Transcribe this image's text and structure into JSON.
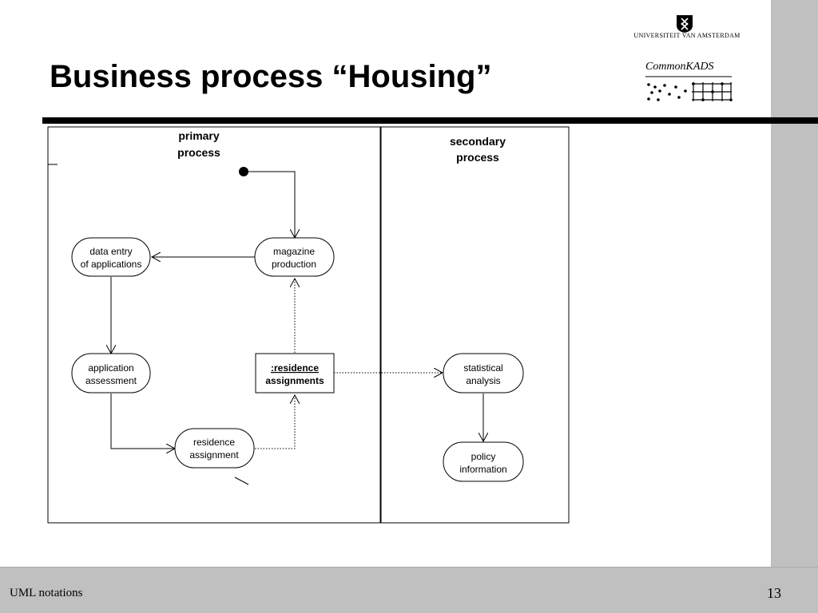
{
  "slide": {
    "title": "Business process “Housing”",
    "footer_left": "UML notations",
    "page_number": "13"
  },
  "logos": {
    "university": "Universiteit van Amsterdam",
    "commonkads": "CommonKADS"
  },
  "lanes": [
    {
      "title_lines": [
        "primary",
        "process"
      ]
    },
    {
      "title_lines": [
        "secondary",
        "process"
      ]
    }
  ],
  "activities": [
    {
      "id": "data-entry",
      "lines": [
        "data entry",
        "of applications"
      ]
    },
    {
      "id": "magazine-production",
      "lines": [
        "magazine",
        "production"
      ]
    },
    {
      "id": "application-assessment",
      "lines": [
        "application",
        "assessment"
      ]
    },
    {
      "id": "residence-assignment",
      "lines": [
        "residence",
        "assignment"
      ]
    },
    {
      "id": "statistical-analysis",
      "lines": [
        "statistical",
        "analysis"
      ]
    },
    {
      "id": "policy-information",
      "lines": [
        "policy",
        "information"
      ]
    }
  ],
  "object": {
    "id": "residence-assignments",
    "lines": [
      ":residence",
      "assignments"
    ]
  }
}
